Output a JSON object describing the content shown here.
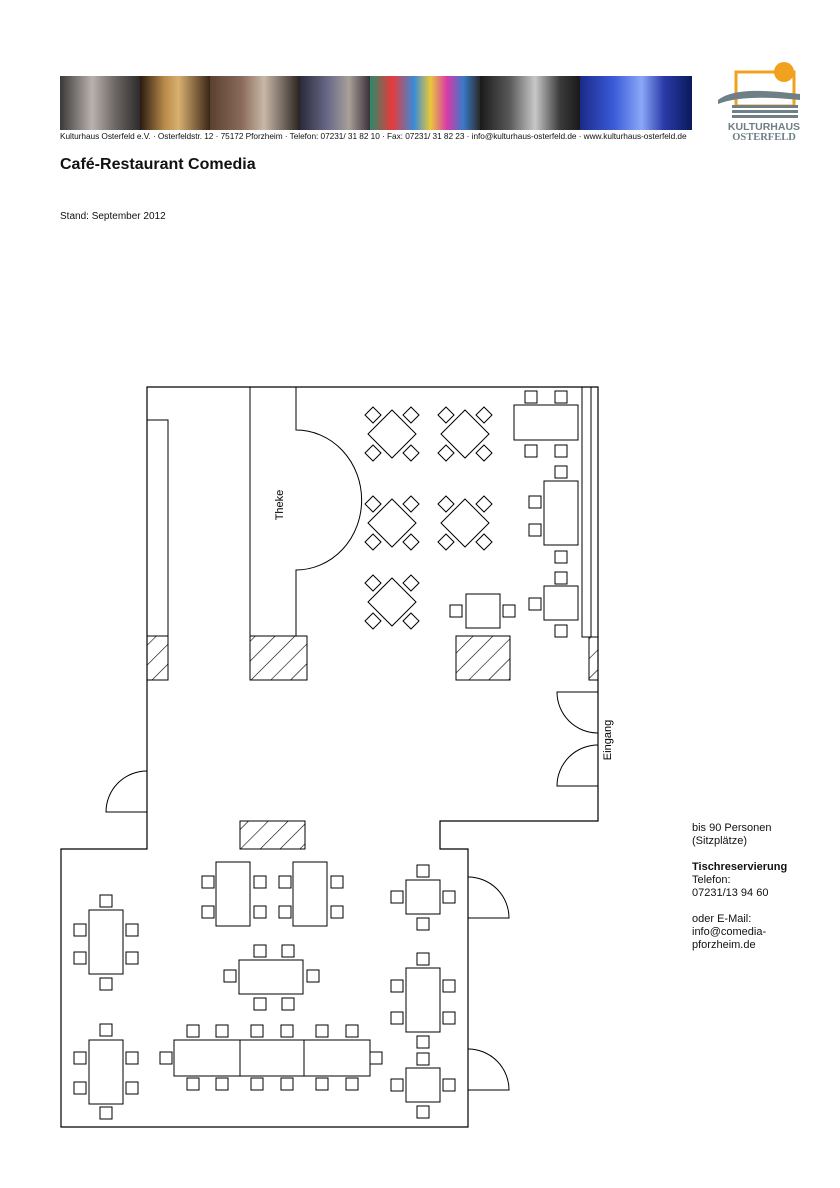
{
  "header": {
    "contact_line": "Kulturhaus Osterfeld e.V. · Osterfeldstr. 12 · 75172 Pforzheim · Telefon: 07231/ 31 82 10 · Fax: 07231/ 31 82 23 · info@kulturhaus-osterfeld.de · www.kulturhaus-osterfeld.de",
    "logo_line1": "KULTURHAUS",
    "logo_line2": "OSTERFELD",
    "colors": {
      "logo_orange": "#f0a21e",
      "logo_grey": "#6e7f86"
    }
  },
  "title": "Café-Restaurant Comedia",
  "stand": "Stand: September 2012",
  "plan": {
    "labels": {
      "bar": "Theke",
      "entrance": "Eingang"
    }
  },
  "info": {
    "capacity_line1": "bis 90 Personen",
    "capacity_line2": "(Sitzplätze)",
    "reservation_heading": "Tischreservierung",
    "phone_label": "Telefon:",
    "phone": "07231/13 94 60",
    "email_label": "oder E-Mail:",
    "email_line1": "info@comedia-",
    "email_line2": "pforzheim.de"
  }
}
